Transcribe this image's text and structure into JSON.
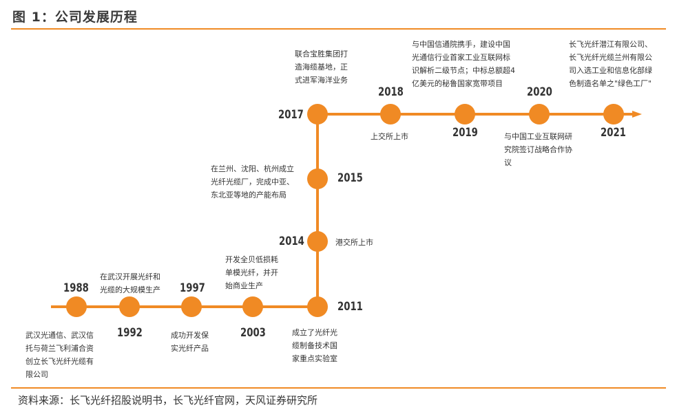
{
  "title": "图 1：公司发展历程",
  "source": "资料来源：长飞光纤招股说明书，长飞光纤官网，天风证券研究所",
  "colors": {
    "accent": "#f08a24"
  },
  "milestones": [
    {
      "year": "1988",
      "text": [
        "武汉光通信、武汉信",
        "托与荷兰飞利浦合资",
        "创立长飞光纤光缆有",
        "限公司"
      ]
    },
    {
      "year": "1992",
      "text": [
        "在武汉开展光纤和",
        "光缆的大规模生产"
      ]
    },
    {
      "year": "1997",
      "text": [
        "成功开发保",
        "实光纤产品"
      ]
    },
    {
      "year": "2003",
      "text": [
        "开发全贝低损耗",
        "单模光纤，并开",
        "始商业生产"
      ]
    },
    {
      "year": "2011",
      "text": [
        "成立了光纤光",
        "缆制备技术国",
        "家重点实验室"
      ]
    },
    {
      "year": "2014",
      "text": [
        "港交所上市"
      ]
    },
    {
      "year": "2015",
      "text": [
        "在兰州、沈阳、杭州成立",
        "光纤光缆厂，完成中亚、",
        "东北亚等地的产能布局"
      ]
    },
    {
      "year": "2017",
      "text": [
        "联合宝胜集团打",
        "造海缆基地，正",
        "式进军海洋业务"
      ]
    },
    {
      "year": "2018",
      "text": [
        "上交所上市"
      ]
    },
    {
      "year": "2019",
      "text": [
        "与中国信通院携手，建设中国",
        "光通信行业首家工业互联网标",
        "识解析二级节点；中标总额超4",
        "亿美元的秘鲁国家宽带项目"
      ]
    },
    {
      "year": "2020",
      "text": [
        "与中国工业互联网研",
        "究院签订战略合作协",
        "议"
      ]
    },
    {
      "year": "2021",
      "text": [
        "长飞光纤潜江有限公司、",
        "长飞光纤光缆兰州有限公",
        "司入选工业和信息化部绿",
        "色制造名单之\"绿色工厂\""
      ]
    }
  ]
}
